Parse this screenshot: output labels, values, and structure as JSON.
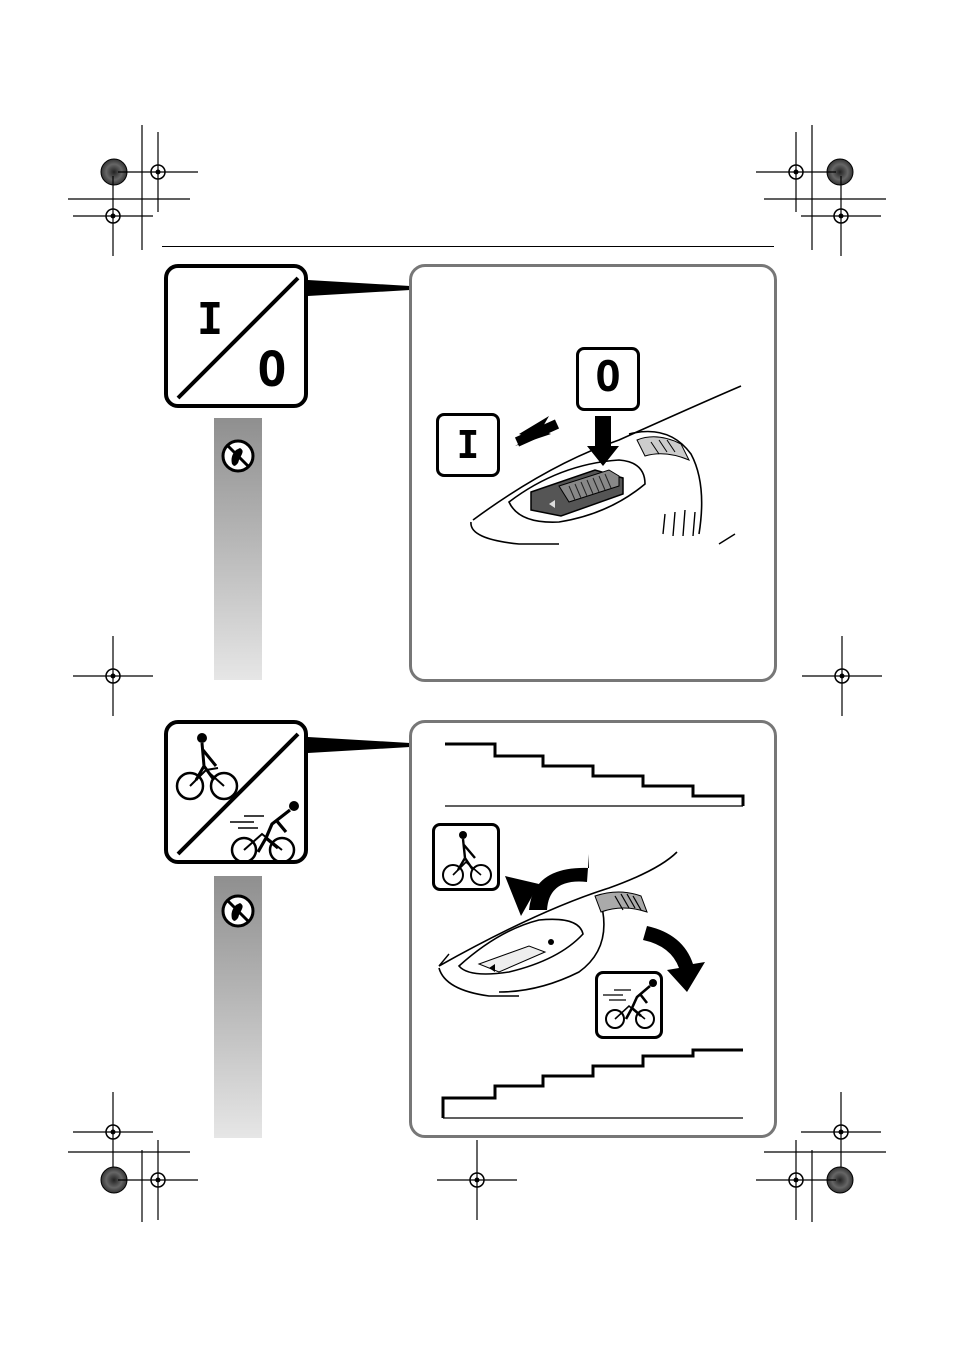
{
  "section_power": {
    "icon_on_label": "I",
    "icon_off_label": "O",
    "panel_on_label": "I",
    "panel_off_label": "O",
    "no_contact_icon": "no-hand-contact-icon"
  },
  "section_speed": {
    "slow_icon": "slow-cyclist-icon",
    "fast_icon": "fast-cyclist-icon",
    "no_contact_icon": "no-hand-contact-icon"
  },
  "colors": {
    "panel_border": "#777777",
    "strip_top": "#8f8f8f",
    "strip_bottom": "#e6e6e6"
  }
}
